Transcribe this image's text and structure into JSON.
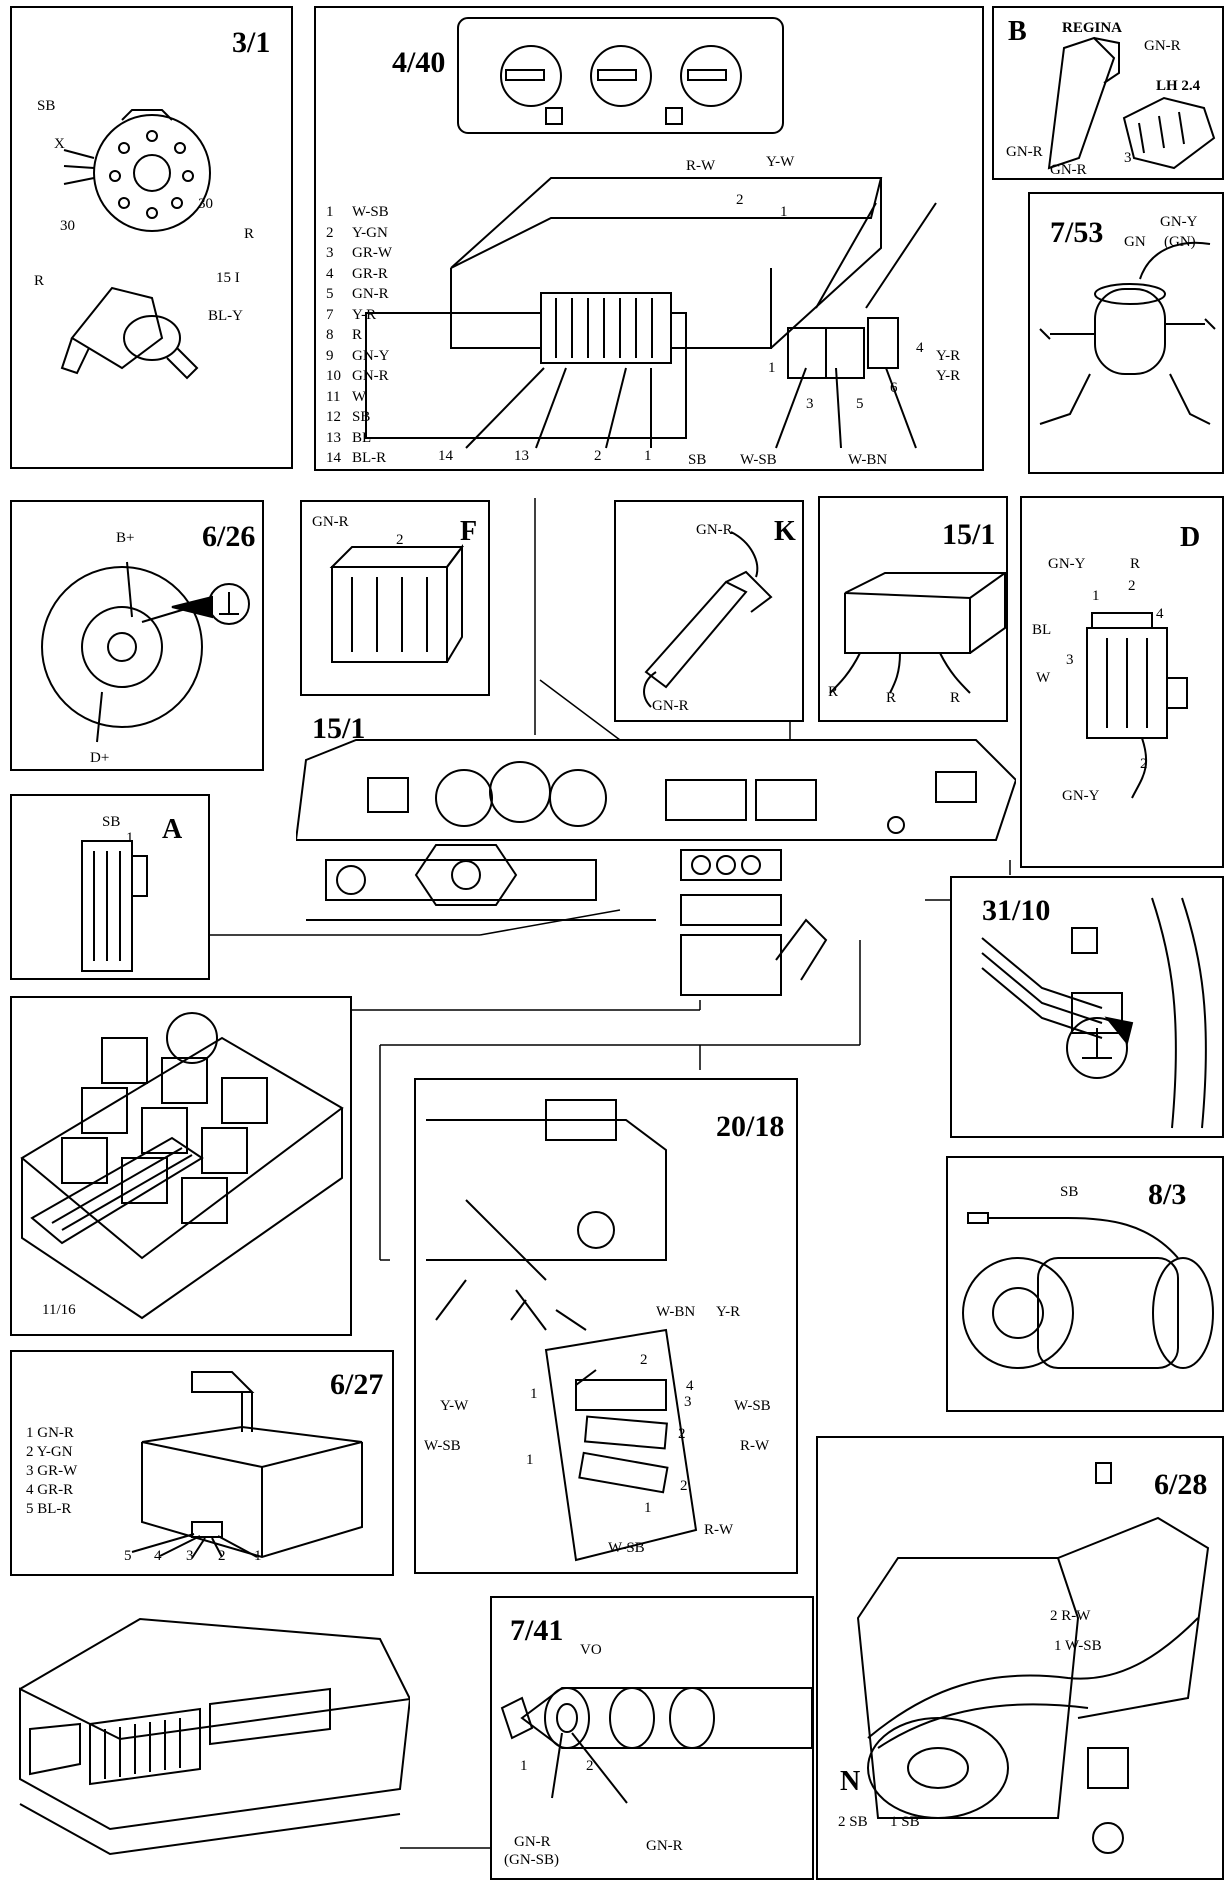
{
  "panels": {
    "p3_1": {
      "ref": "3/1",
      "labels": [
        "SB",
        "X",
        "30",
        "R",
        "30",
        "R",
        "15 I",
        "BL-Y"
      ]
    },
    "p4_40": {
      "ref": "4/40",
      "legend": [
        {
          "n": "1",
          "c": "W-SB"
        },
        {
          "n": "2",
          "c": "Y-GN"
        },
        {
          "n": "3",
          "c": "GR-W"
        },
        {
          "n": "4",
          "c": "GR-R"
        },
        {
          "n": "5",
          "c": "GN-R"
        },
        {
          "n": "7",
          "c": "Y-R"
        },
        {
          "n": "8",
          "c": "R"
        },
        {
          "n": "9",
          "c": "GN-Y"
        },
        {
          "n": "10",
          "c": "GN-R"
        },
        {
          "n": "11",
          "c": "W"
        },
        {
          "n": "12",
          "c": "SB"
        },
        {
          "n": "13",
          "c": "BL"
        },
        {
          "n": "14",
          "c": "BL-R"
        }
      ],
      "labels": [
        "R-W",
        "Y-W",
        "2",
        "1",
        "4",
        "Y-R",
        "Y-R",
        "1",
        "3",
        "5",
        "6",
        "14",
        "13",
        "2",
        "1",
        "SB",
        "W-SB",
        "W-BN"
      ]
    },
    "pB": {
      "letter": "B",
      "labels": [
        "REGINA",
        "GN-R",
        "LH 2.4",
        "GN-R",
        "GN-R",
        "3"
      ]
    },
    "p7_53": {
      "ref": "7/53",
      "labels": [
        "GN-Y",
        "GN",
        "(GN)"
      ]
    },
    "p6_26": {
      "ref": "6/26",
      "labels": [
        "B+",
        "D+"
      ]
    },
    "pF": {
      "letter": "F",
      "labels": [
        "GN-R",
        "2"
      ]
    },
    "pK": {
      "letter": "K",
      "labels": [
        "GN-R",
        "GN-R"
      ]
    },
    "p15_1a": {
      "ref": "15/1",
      "labels": [
        "R",
        "R",
        "R"
      ]
    },
    "pD": {
      "letter": "D",
      "labels": [
        "GN-Y",
        "R",
        "1",
        "2",
        "4",
        "BL",
        "3",
        "W",
        "2",
        "GN-Y"
      ]
    },
    "dash": {
      "ref": "15/1"
    },
    "pA": {
      "letter": "A",
      "labels": [
        "SB",
        "1"
      ]
    },
    "p31_10": {
      "ref": "31/10"
    },
    "p11_16": {
      "labels": [
        "11/16"
      ]
    },
    "p20_18": {
      "ref": "20/18",
      "labels": [
        "W-BN",
        "Y-R",
        "2",
        "4",
        "Y-W",
        "1",
        "3",
        "W-SB",
        "W-SB",
        "2",
        "R-W",
        "1",
        "2",
        "1",
        "W-SB",
        "R-W"
      ]
    },
    "p8_3": {
      "ref": "8/3",
      "labels": [
        "SB"
      ]
    },
    "p6_27": {
      "ref": "6/27",
      "legend": [
        "1 GN-R",
        "2 Y-GN",
        "3 GR-W",
        "4 GR-R",
        "5 BL-R"
      ],
      "pins": [
        "5",
        "4",
        "3",
        "2",
        "1"
      ]
    },
    "p6_28": {
      "ref": "6/28",
      "letter": "N",
      "labels": [
        "2 R-W",
        "1 W-SB",
        "2 SB",
        "1 SB"
      ]
    },
    "p7_41": {
      "ref": "7/41",
      "labels": [
        "VO",
        "1",
        "2",
        "GN-R",
        "(GN-SB)",
        "GN-R"
      ]
    }
  }
}
